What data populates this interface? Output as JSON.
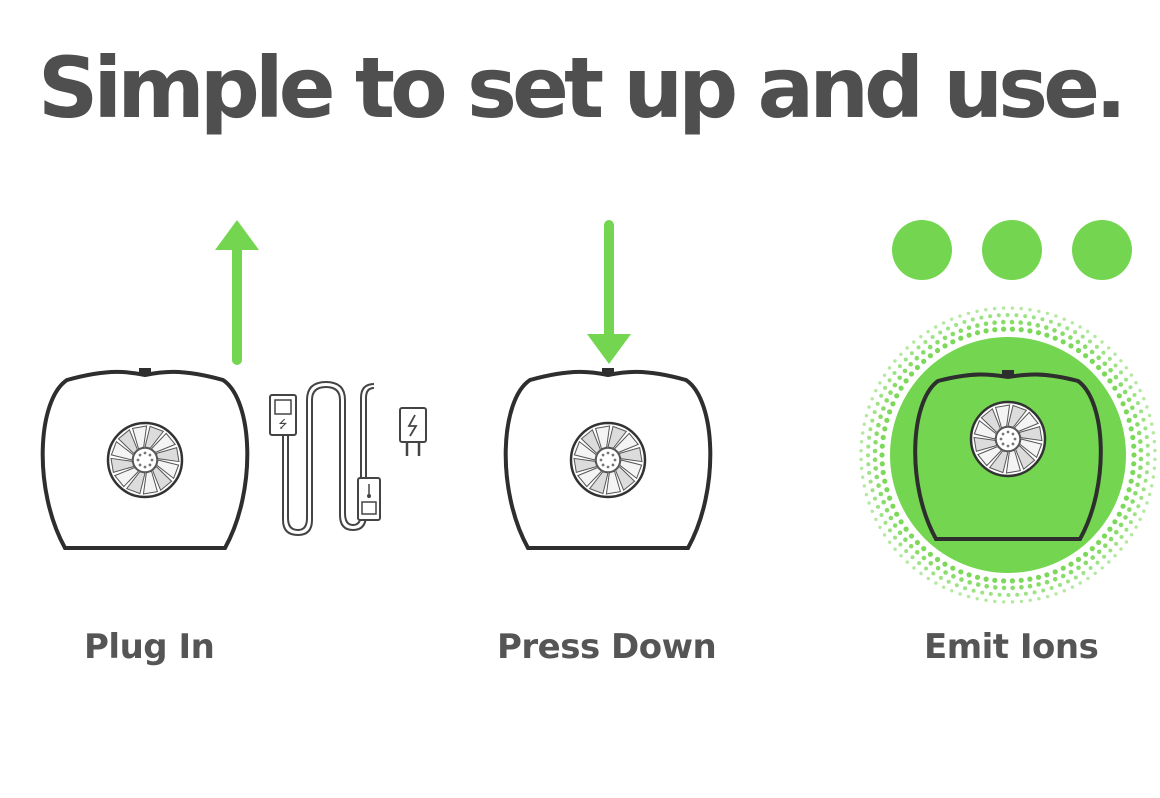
{
  "headline": "Simple to set up and use.",
  "steps": [
    {
      "label": "Plug In"
    },
    {
      "label": "Press Down"
    },
    {
      "label": "Emit Ions"
    }
  ],
  "colors": {
    "accent_green": "#74d650",
    "text_gray": "#4f4f4f",
    "outline": "#333333"
  }
}
